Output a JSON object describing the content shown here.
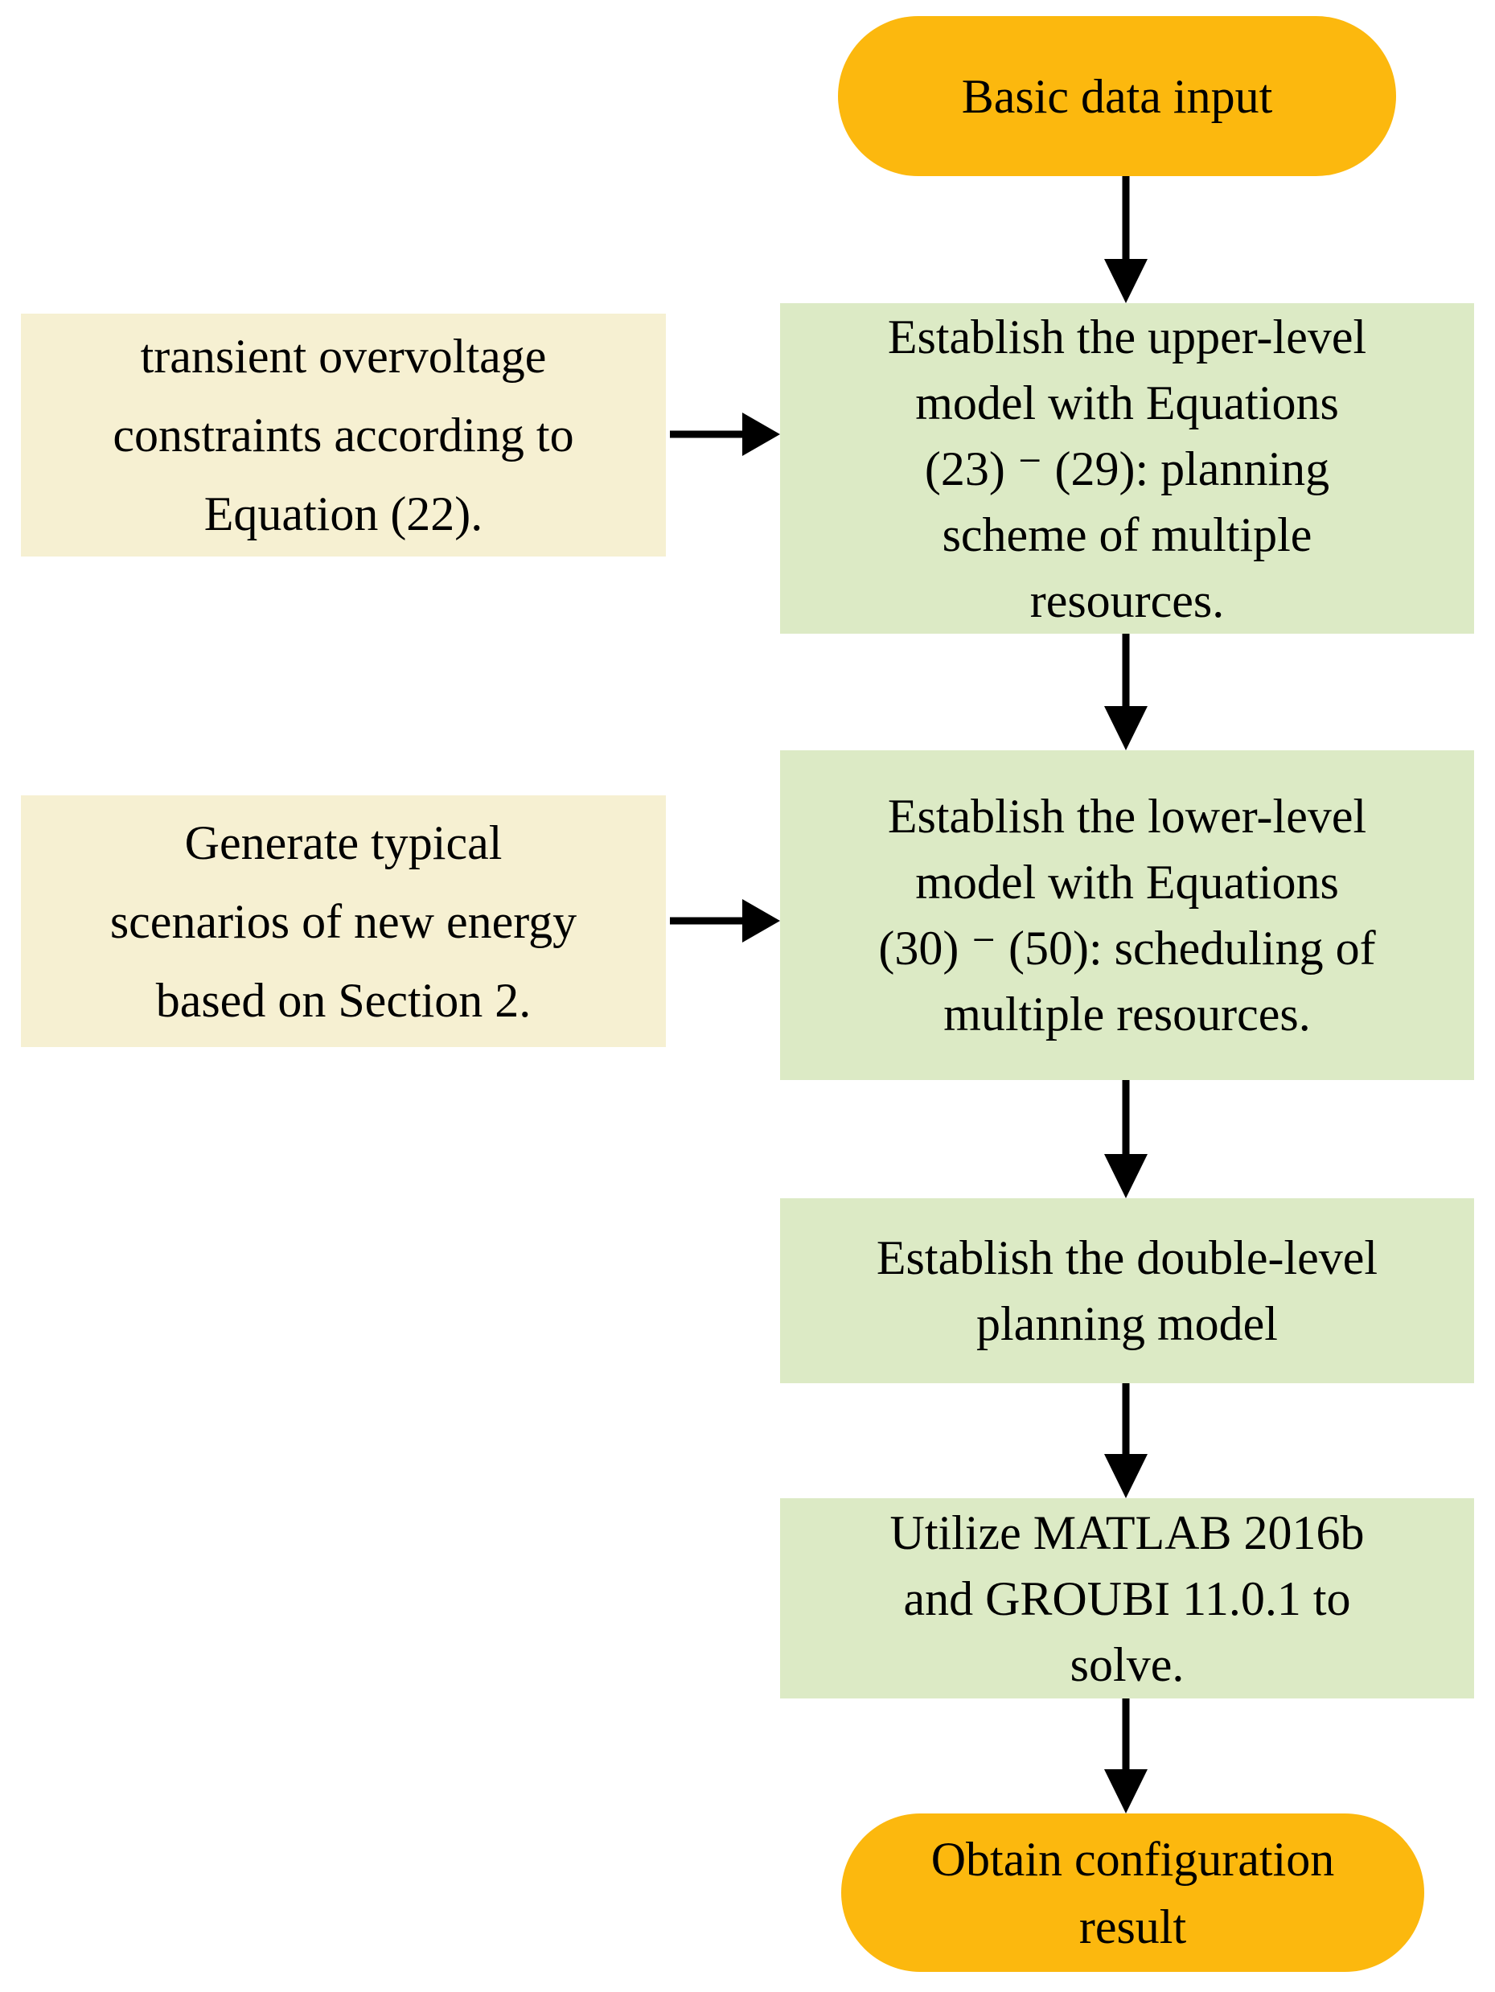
{
  "flowchart": {
    "start": {
      "label": "Basic data input"
    },
    "steps": [
      {
        "lines": [
          "Establish the upper-level",
          "model with Equations",
          "(23) ⁻ (29): planning",
          "scheme of multiple",
          "resources."
        ]
      },
      {
        "lines": [
          "Establish the lower-level",
          "model with Equations",
          "(30) ⁻ (50): scheduling of",
          "multiple resources."
        ]
      },
      {
        "lines": [
          "Establish the double-level",
          "planning model"
        ]
      },
      {
        "lines": [
          "Utilize MATLAB 2016b",
          "and GROUBI 11.0.1 to",
          "solve."
        ]
      }
    ],
    "side_inputs": [
      {
        "lines": [
          "transient overvoltage",
          "constraints according to",
          "Equation (22)."
        ]
      },
      {
        "lines": [
          "Generate typical",
          "scenarios of new energy",
          "based on Section 2."
        ]
      }
    ],
    "end": {
      "lines": [
        "Obtain configuration",
        "result"
      ]
    },
    "colors": {
      "terminal_fill": "#FCB80E",
      "process_fill": "#DCEAC5",
      "side_fill": "#F6F0D2",
      "arrow": "#000000",
      "text": "#000000"
    }
  }
}
